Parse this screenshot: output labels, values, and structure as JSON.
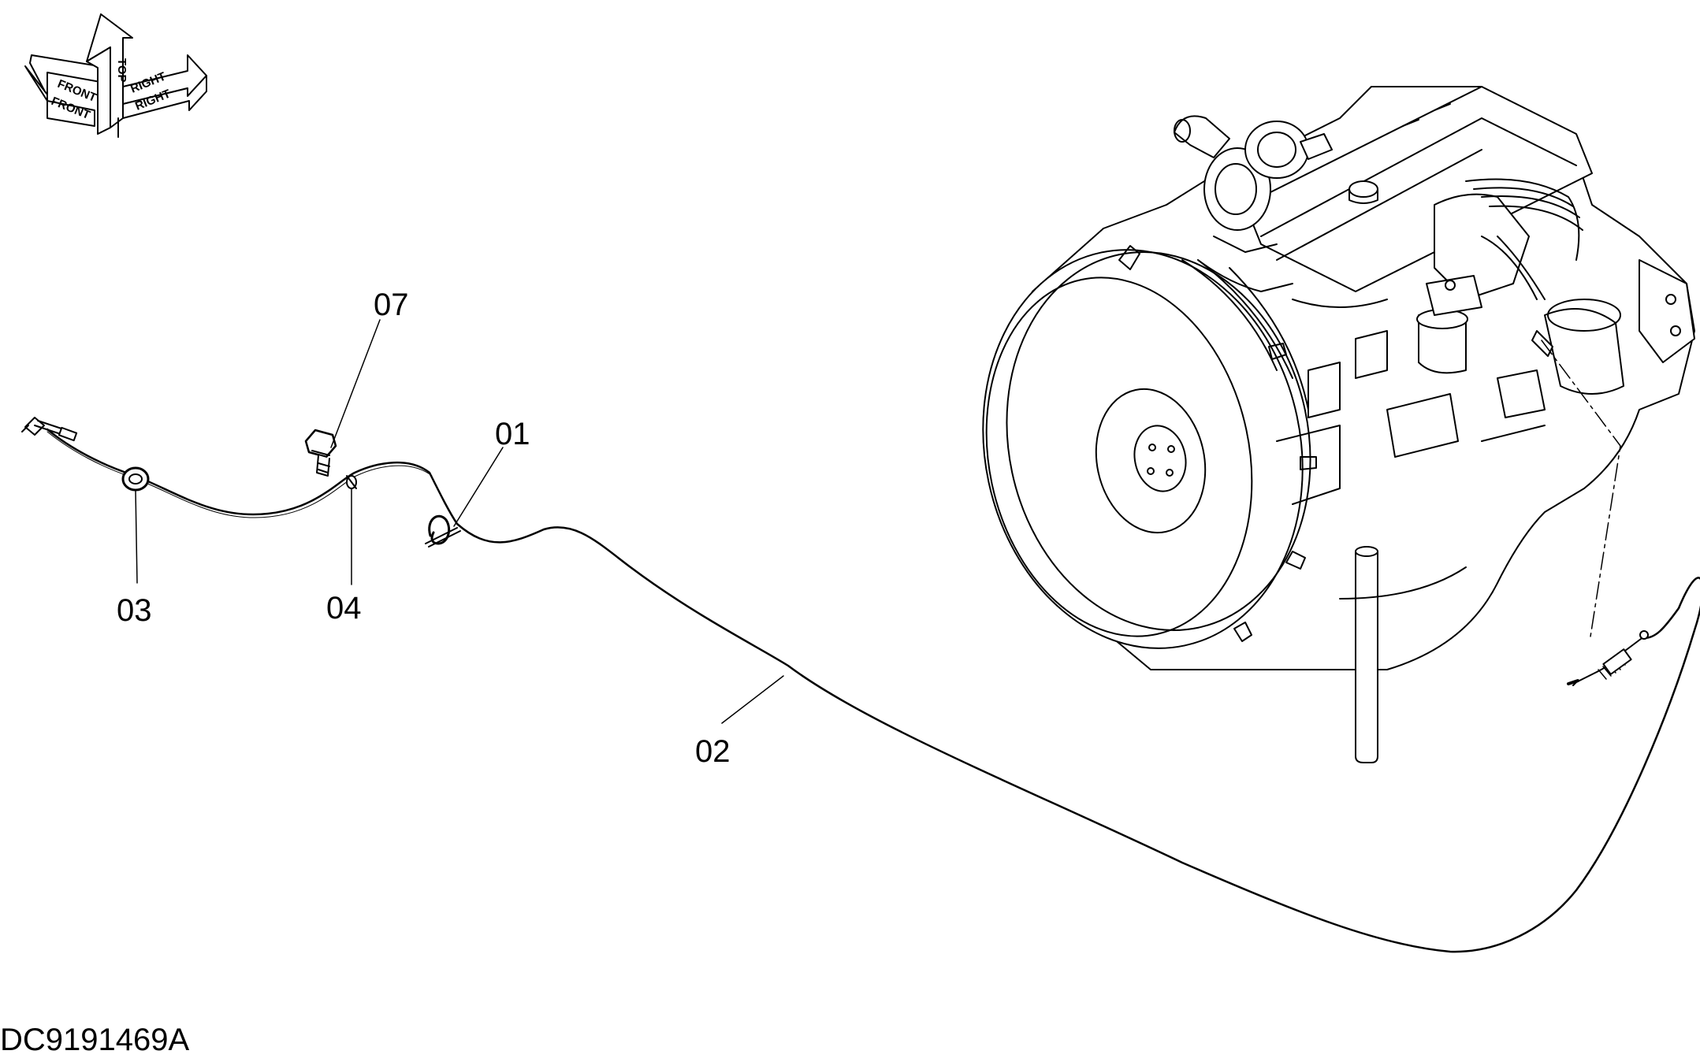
{
  "orientation": {
    "front_outline": "FRONT",
    "front": "FRONT",
    "top": "TOP",
    "right_outline": "RIGHT",
    "right": "RIGHT"
  },
  "callouts": {
    "p01": "01",
    "p02": "02",
    "p03": "03",
    "p04": "04",
    "p07": "07"
  },
  "drawing_id": "DC9191469A"
}
